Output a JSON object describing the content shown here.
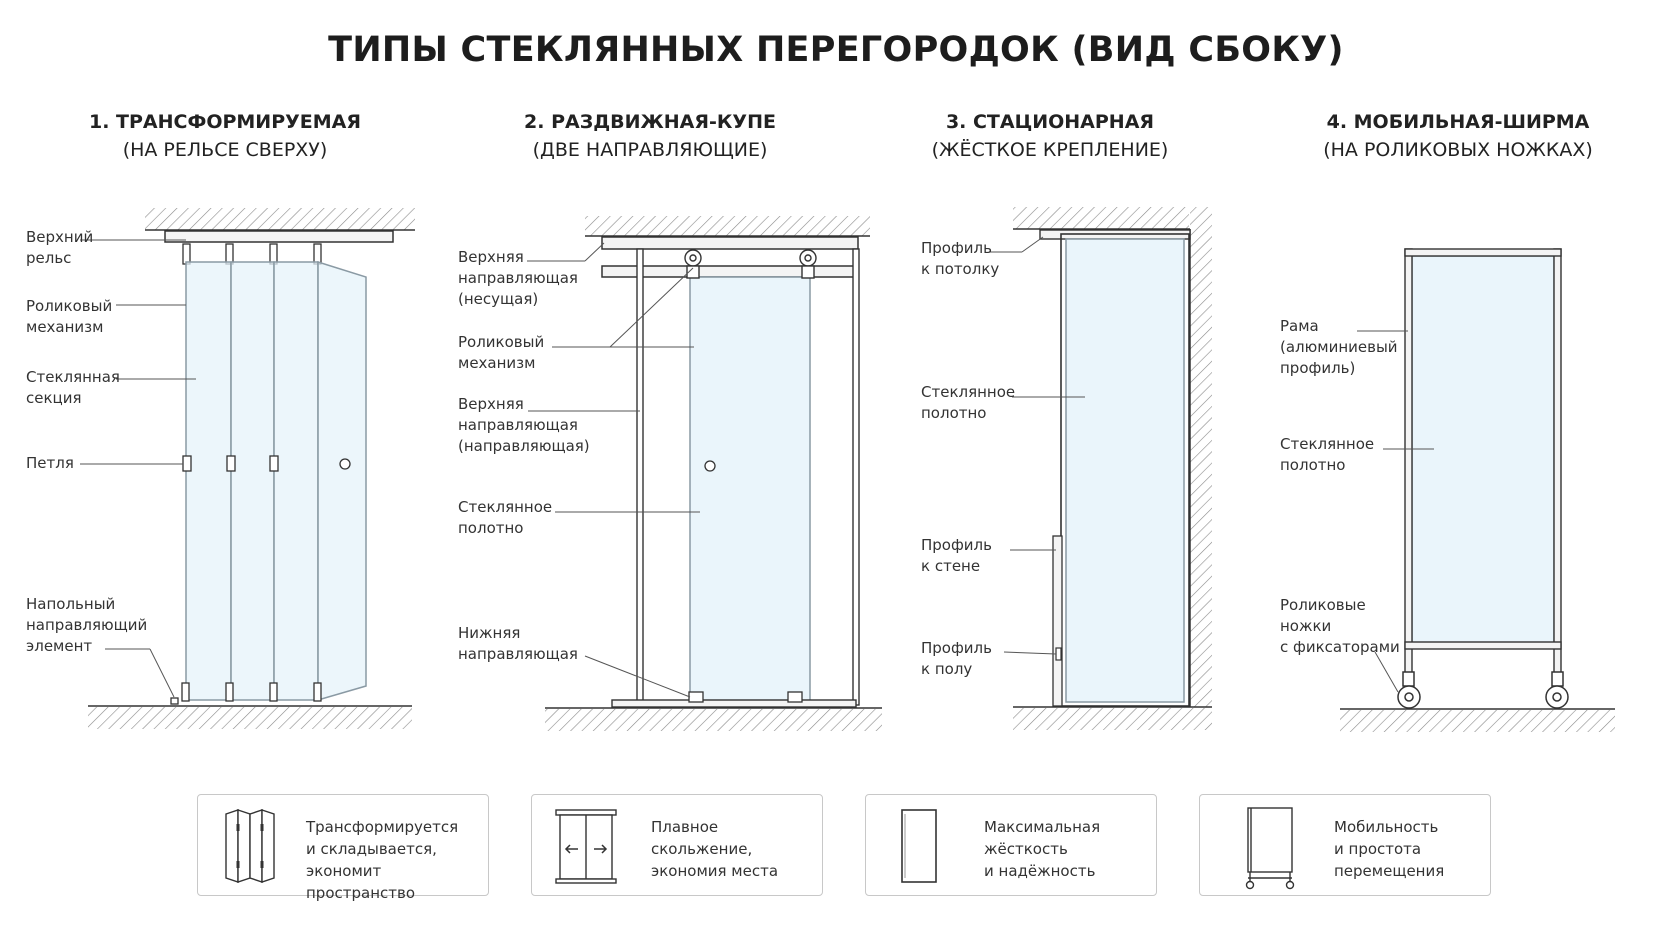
{
  "title": "ТИПЫ СТЕКЛЯННЫХ ПЕРЕГОРОДОК (ВИД СБОКУ)",
  "panels": [
    {
      "title": "1. ТРАНСФОРМИРУЕМАЯ",
      "subtitle": "(НА РЕЛЬСЕ СВЕРХУ)",
      "callouts": [
        "Верхний\nрельс",
        "Роликовый\nмеханизм",
        "Стеклянная\nсекция",
        "Петля",
        "Напольный\nнаправляющий\nэлемент"
      ]
    },
    {
      "title": "2. РАЗДВИЖНАЯ-КУПЕ",
      "subtitle": "(ДВЕ НАПРАВЛЯЮЩИЕ)",
      "callouts": [
        "Верхняя\nнаправляющая\n(несущая)",
        "Роликовый\nмеханизм",
        "Верхняя\nнаправляющая\n(направляющая)",
        "Стеклянное\nполотно",
        "Нижняя\nнаправляющая"
      ]
    },
    {
      "title": "3. СТАЦИОНАРНАЯ",
      "subtitle": "(ЖЁСТКОЕ КРЕПЛЕНИЕ)",
      "callouts": [
        "Профиль\nк потолку",
        "Стеклянное\nполотно",
        "Профиль\nк стене",
        "Профиль\nк полу"
      ]
    },
    {
      "title": "4. МОБИЛЬНАЯ-ШИРМА",
      "subtitle": "(НА РОЛИКОВЫХ НОЖКАХ)",
      "callouts": [
        "Рама\n(алюминиевый\nпрофиль)",
        "Стеклянное\nполотно",
        "Роликовые\nножки\nс фиксаторами"
      ]
    }
  ],
  "cards": [
    {
      "text": "Трансформируется\nи складывается,\nэкономит пространство",
      "icon": "folding-icon"
    },
    {
      "text": "Плавное\nскольжение,\nэкономия места",
      "icon": "sliding-door-icon"
    },
    {
      "text": "Максимальная\nжёсткость\nи надёжность",
      "icon": "fixed-panel-icon"
    },
    {
      "text": "Мобильность\nи простота\nперемещения",
      "icon": "mobile-screen-icon"
    }
  ],
  "colors": {
    "glass": "#e6f3fa",
    "glass_edge": "#8a9aa4",
    "line": "#333333",
    "hatch": "#8a8a8a",
    "card_border": "#c8c8c8"
  }
}
